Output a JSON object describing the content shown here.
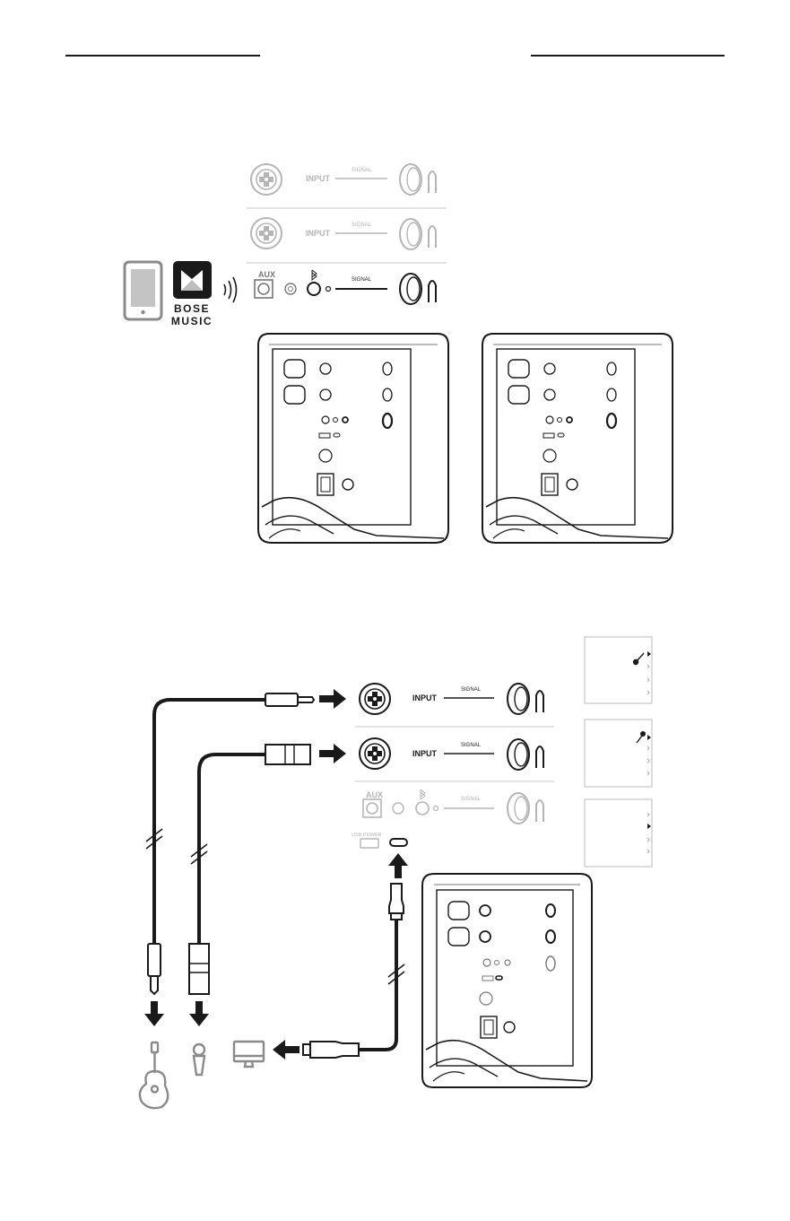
{
  "labels": {
    "input": "INPUT",
    "signal": "SIGNAL",
    "aux": "AUX",
    "usb_power": "USB POWER",
    "app_brand_top": "BOSE",
    "app_brand_bottom": "MUSIC"
  },
  "icons": {
    "phone": "smartphone-icon",
    "app": "bose-music-app-icon",
    "wireless": "wireless-waves-icon",
    "bluetooth": "bluetooth-icon",
    "guitar": "guitar-icon",
    "microphone": "microphone-icon",
    "computer": "computer-monitor-icon"
  },
  "colors": {
    "line": "#1a1a1a",
    "mid": "#777777",
    "light": "#b5b5b5",
    "divider": "#c8c8c8",
    "app_tile": "#1a1a1a"
  }
}
